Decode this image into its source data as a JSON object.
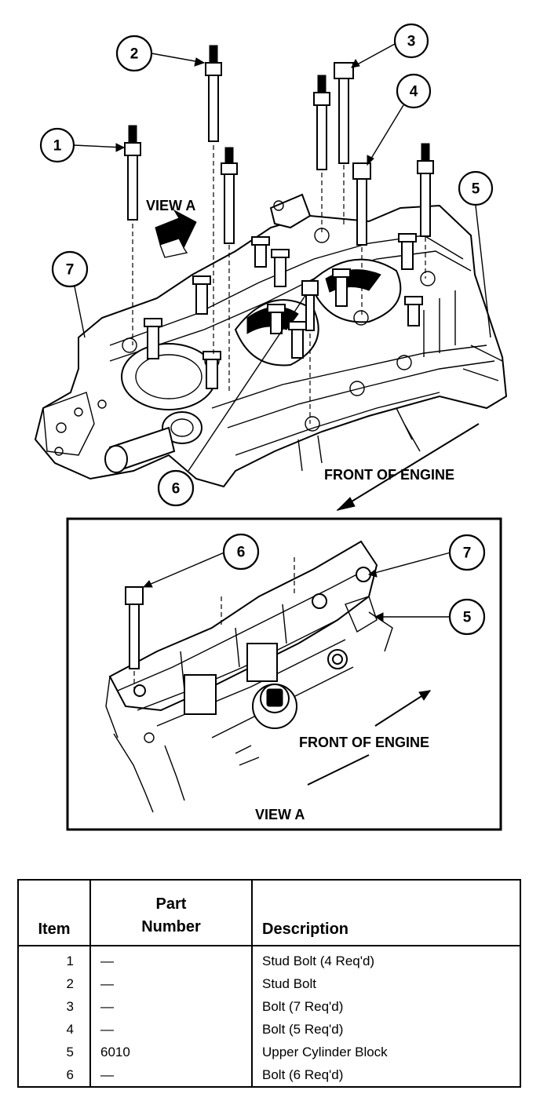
{
  "callouts": {
    "c1": "1",
    "c2": "2",
    "c3": "3",
    "c4": "4",
    "c5": "5",
    "c6": "6",
    "c7": "7",
    "d6": "6",
    "d7": "7",
    "d5": "5"
  },
  "labels": {
    "view_a_pointer": "VIEW A",
    "front_of_engine_main": "FRONT OF ENGINE",
    "front_of_engine_detail": "FRONT OF ENGINE",
    "view_a_caption": "VIEW A"
  },
  "table": {
    "headers": {
      "item": "Item",
      "part_line1": "Part",
      "part_line2": "Number",
      "description": "Description"
    },
    "rows": [
      {
        "item": "1",
        "part": "—",
        "description": "Stud Bolt (4 Req'd)"
      },
      {
        "item": "2",
        "part": "—",
        "description": "Stud Bolt"
      },
      {
        "item": "3",
        "part": "—",
        "description": "Bolt (7 Req'd)"
      },
      {
        "item": "4",
        "part": "—",
        "description": "Bolt (5 Req'd)"
      },
      {
        "item": "5",
        "part": "6010",
        "description": "Upper Cylinder Block"
      },
      {
        "item": "6",
        "part": "—",
        "description": "Bolt (6 Req'd)"
      }
    ]
  }
}
